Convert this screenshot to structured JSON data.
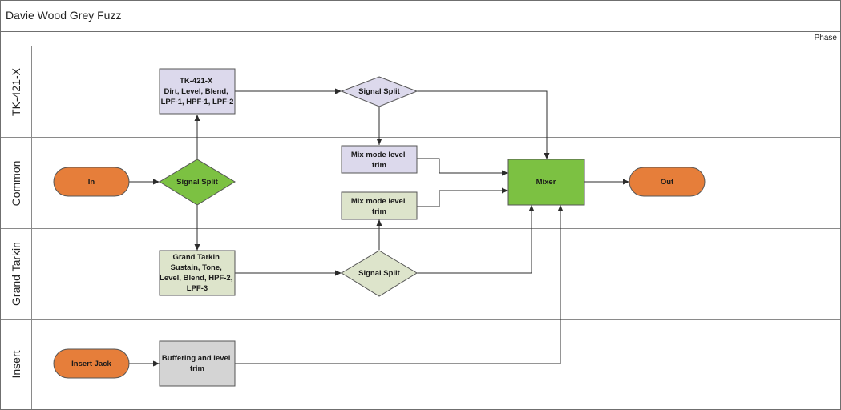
{
  "title": "Davie Wood Grey Fuzz",
  "phase_label": "Phase",
  "lanes": [
    "TK-421-X",
    "Common",
    "Grand Tarkin",
    "Insert"
  ],
  "nodes": {
    "tk_box": [
      "TK-421-X",
      "Dirt, Level, Blend,",
      "LPF-1, HPF-1, LPF-2"
    ],
    "split_top": [
      "Signal Split"
    ],
    "mix_trim_top": [
      "Mix mode level",
      "trim"
    ],
    "in": [
      "In"
    ],
    "split_main": [
      "Signal Split"
    ],
    "mix_trim_bottom": [
      "Mix mode level",
      "trim"
    ],
    "mixer": [
      "Mixer"
    ],
    "out": [
      "Out"
    ],
    "gt_box": [
      "Grand Tarkin",
      "Sustain, Tone,",
      "Level, Blend, HPF-2,",
      "LPF-3"
    ],
    "split_bottom": [
      "Signal Split"
    ],
    "insert_jack": [
      "Insert Jack"
    ],
    "buffer": [
      "Buffering and level",
      "trim"
    ]
  },
  "colors": {
    "orange": "#e67e3a",
    "green": "#7cc142",
    "lavender": "#dcd9ec",
    "sage": "#dde4cb",
    "grey": "#d4d4d4",
    "stroke": "#555555"
  }
}
